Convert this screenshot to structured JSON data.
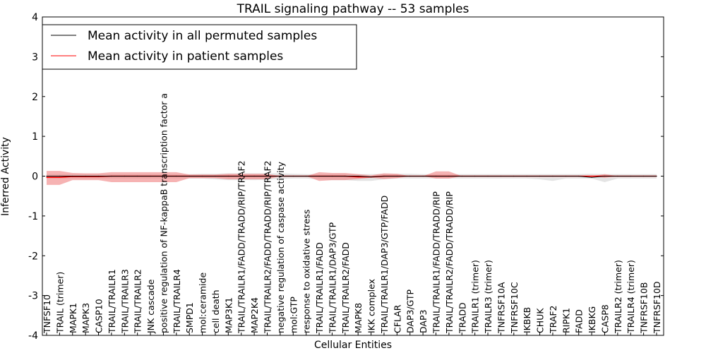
{
  "chart_data": {
    "type": "line",
    "title": "TRAIL signaling pathway -- 53 samples",
    "xlabel": "Cellular Entities",
    "ylabel": "Inferred Activity",
    "ylim": [
      -4,
      4
    ],
    "yticks": [
      "-4",
      "-3",
      "-2",
      "-1",
      "0",
      "1",
      "2",
      "3",
      "4"
    ],
    "grid": false,
    "legend_position": "top-left",
    "categories": [
      "TNFSF10",
      "TRAIL (trimer)",
      "MAPK1",
      "MAPK3",
      "CASP10",
      "TRAIL/TRAILR1",
      "TRAIL/TRAILR3",
      "TRAIL/TRAILR2",
      "JNK cascade",
      "positive regulation of NF-kappaB transcription factor a",
      "TRAIL/TRAILR4",
      "SMPD1",
      "mol:ceramide",
      "cell death",
      "MAP3K1",
      "TRAIL/TRAILR1/FADD/TRADD/RIP/TRAF2",
      "MAP2K4",
      "TRAIL/TRAILR2/FADD/TRADD/RIP/TRAF2",
      "negative regulation of caspase activity",
      "mol:GTP",
      "response to oxidative stress",
      "TRAIL/TRAILR1/FADD",
      "TRAIL/TRAILR1/DAP3/GTP",
      "TRAIL/TRAILR2/FADD",
      "MAPK8",
      "IKK complex",
      "TRAIL/TRAILR1/DAP3/GTP/FADD",
      "CFLAR",
      "DAP3/GTP",
      "DAP3",
      "TRAIL/TRAILR1/FADD/TRADD/RIP",
      "TRAIL/TRAILR2/FADD/TRADD/RIP",
      "TRADD",
      "TRAILR1 (trimer)",
      "TRAILR3 (trimer)",
      "TNFRSF10A",
      "TNFRSF10C",
      "IKBKB",
      "CHUK",
      "TRAF2",
      "RIPK1",
      "FADD",
      "IKBKG",
      "CASP8",
      "TRAILR2 (trimer)",
      "TRAILR4 (trimer)",
      "TNFRSF10B",
      "TNFRSF10D"
    ],
    "series": [
      {
        "name": "Mean activity in all permuted samples",
        "color": "#000000",
        "band_color": "#d9d9d9",
        "values": [
          0,
          0,
          0,
          0,
          0,
          0,
          0,
          0,
          0,
          0,
          0,
          0,
          0,
          0,
          0,
          0,
          0,
          0,
          0,
          0,
          0,
          0,
          0,
          0,
          0,
          -0.02,
          0,
          0,
          0,
          0,
          0,
          0,
          0,
          0,
          0,
          0,
          0,
          0,
          0,
          0,
          0,
          0,
          -0.03,
          0,
          0,
          0,
          0,
          0
        ],
        "upper": [
          0.05,
          0.05,
          0.05,
          0.05,
          0.05,
          0.05,
          0.05,
          0.05,
          0.05,
          0.05,
          0.05,
          0.05,
          0.06,
          0.06,
          0.07,
          0.07,
          0.07,
          0.07,
          0.07,
          0.06,
          0.05,
          0.05,
          0.05,
          0.05,
          0.05,
          0.05,
          0.06,
          0.06,
          0.06,
          0.05,
          0.05,
          0.05,
          0.05,
          0.05,
          0.05,
          0.05,
          0.05,
          0.05,
          0.05,
          0.05,
          0.05,
          0.05,
          0.06,
          0.05,
          0.05,
          0.05,
          0.05,
          0.05
        ],
        "lower": [
          -0.06,
          -0.06,
          -0.06,
          -0.06,
          -0.06,
          -0.06,
          -0.06,
          -0.06,
          -0.06,
          -0.06,
          -0.06,
          -0.06,
          -0.06,
          -0.08,
          -0.1,
          -0.1,
          -0.1,
          -0.09,
          -0.07,
          -0.06,
          -0.06,
          -0.08,
          -0.1,
          -0.1,
          -0.12,
          -0.12,
          -0.08,
          -0.06,
          -0.06,
          -0.06,
          -0.06,
          -0.06,
          -0.06,
          -0.06,
          -0.06,
          -0.06,
          -0.06,
          -0.06,
          -0.08,
          -0.12,
          -0.06,
          -0.06,
          -0.06,
          -0.15,
          -0.06,
          -0.06,
          -0.06,
          -0.06
        ]
      },
      {
        "name": "Mean activity in patient samples",
        "color": "#ff0000",
        "band_color": "#f08080",
        "values": [
          -0.03,
          -0.03,
          -0.01,
          -0.01,
          -0.01,
          0,
          0,
          0,
          0,
          0,
          0,
          0,
          0,
          0,
          0,
          0,
          0,
          0,
          0,
          0,
          0,
          0,
          0,
          0,
          -0.02,
          -0.02,
          0,
          0,
          0,
          0,
          0,
          0,
          0,
          0,
          0,
          0,
          0,
          0,
          0,
          0,
          0,
          0,
          0,
          0,
          0,
          0,
          0,
          0
        ],
        "upper": [
          0.13,
          0.13,
          0.08,
          0.07,
          0.07,
          0.1,
          0.1,
          0.1,
          0.1,
          0.1,
          0.1,
          0.04,
          0.04,
          0.04,
          0.06,
          0.06,
          0.06,
          0.06,
          0.0,
          0.0,
          0.0,
          0.1,
          0.08,
          0.08,
          0.05,
          0.02,
          0.07,
          0.06,
          0.0,
          0.0,
          0.12,
          0.12,
          0.0,
          0.0,
          0.0,
          0.0,
          0.0,
          0.0,
          0.0,
          0.0,
          0.0,
          0.0,
          0.0,
          0.05,
          0.0,
          0.0,
          0.0,
          0.0
        ],
        "lower": [
          -0.22,
          -0.22,
          -0.1,
          -0.1,
          -0.1,
          -0.15,
          -0.15,
          -0.15,
          -0.15,
          -0.15,
          -0.15,
          -0.05,
          -0.05,
          -0.05,
          -0.08,
          -0.08,
          -0.08,
          -0.08,
          0.0,
          0.0,
          0.0,
          -0.12,
          -0.1,
          -0.1,
          -0.07,
          -0.04,
          -0.07,
          -0.05,
          0.0,
          0.0,
          -0.06,
          -0.06,
          0.0,
          0.0,
          0.0,
          0.0,
          0.0,
          0.0,
          0.0,
          0.0,
          0.0,
          0.0,
          0.0,
          -0.04,
          0.0,
          0.0,
          0.0,
          0.0
        ]
      }
    ]
  }
}
